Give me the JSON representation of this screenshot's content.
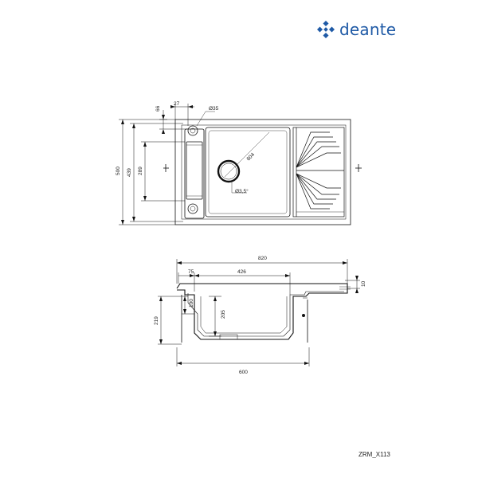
{
  "brand": {
    "name": "deante",
    "color": "#1f5aa6"
  },
  "top_view": {
    "dims": {
      "d27": "27",
      "d35": "Ø35",
      "d66": "66",
      "d500": "500",
      "d439": "439",
      "d289": "289",
      "d604": "604",
      "d35deg": "Ø3,5°"
    }
  },
  "side_view": {
    "dims": {
      "d820": "820",
      "d75": "75",
      "d426": "426",
      "d10": "10",
      "d100": "100",
      "d205": "205",
      "d219": "219",
      "d600": "600"
    }
  },
  "model_code": "ZRM_X113"
}
